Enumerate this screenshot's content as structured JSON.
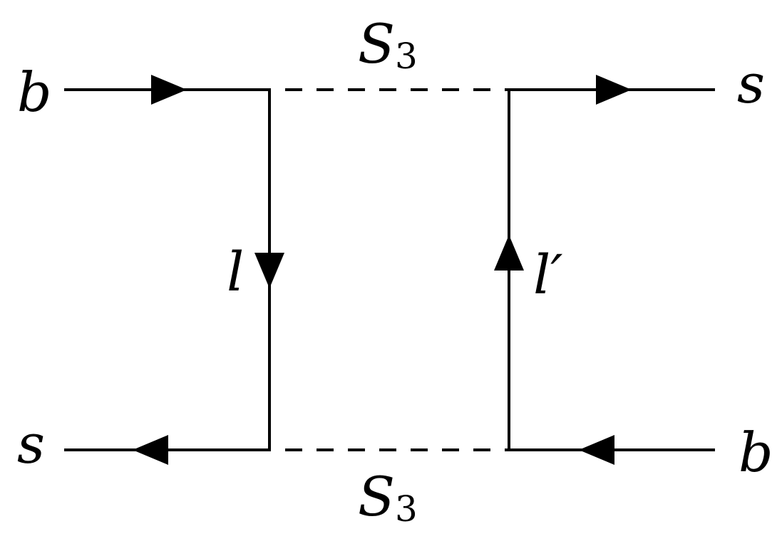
{
  "diagram": {
    "labels": {
      "top_left_quark": "b",
      "bottom_left_quark": "s",
      "top_right_quark": "s",
      "bottom_right_quark": "b",
      "left_lepton": "l",
      "right_lepton": "l′",
      "top_scalar": "S",
      "top_scalar_sub": "3",
      "bottom_scalar": "S",
      "bottom_scalar_sub": "3"
    },
    "colors": {
      "ink": "#000000",
      "background": "#ffffff"
    }
  }
}
